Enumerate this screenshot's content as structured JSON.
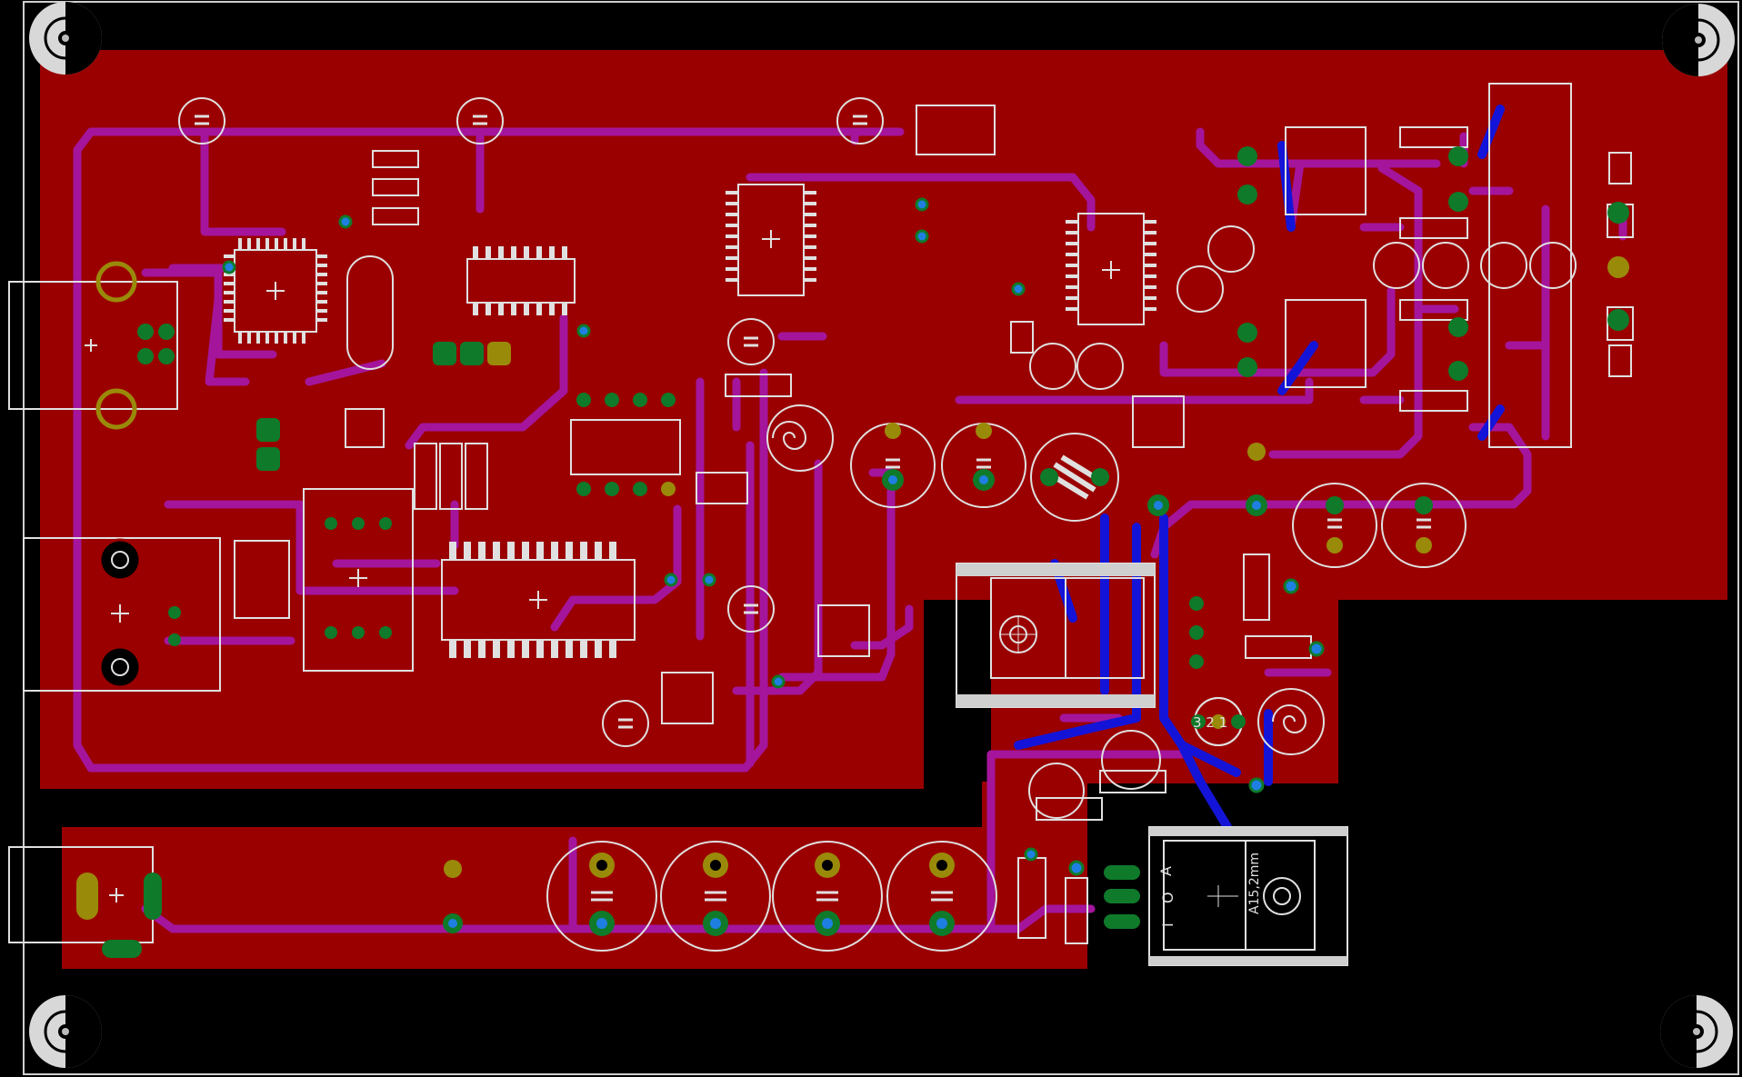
{
  "view": {
    "type": "pcb-layout-editor",
    "colors": {
      "background": "#000000",
      "top_copper_fill": "#9a0000",
      "top_trace": "#a4159c",
      "bottom_trace": "#1414d8",
      "silkscreen": "#e0e0e0",
      "pad_green": "#0f7a2a",
      "pad_gold": "#9a8a0a",
      "via_blue": "#1f7fe0"
    }
  },
  "silkscreen_text": {
    "small_regulator_pins": "3 2 1",
    "big_regulator_pins": [
      "I",
      "O",
      "A"
    ],
    "heatsink_label": "A15,2mm"
  }
}
